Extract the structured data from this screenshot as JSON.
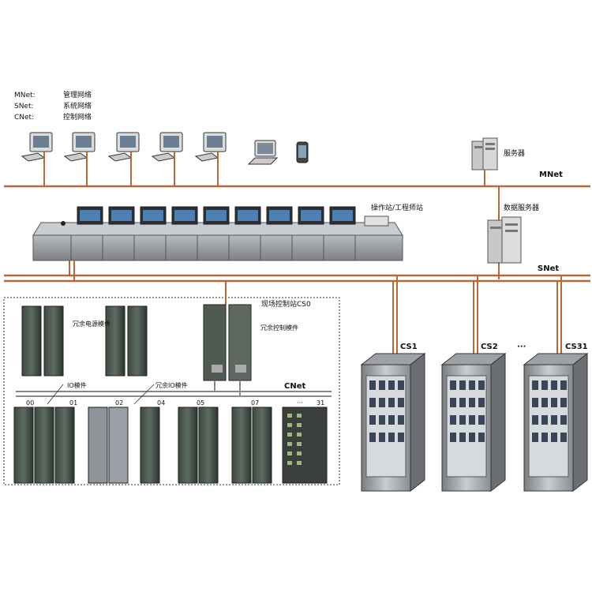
{
  "legend": [
    {
      "code": "MNet:",
      "desc": "管理网络"
    },
    {
      "code": "SNet:",
      "desc": "系统网络"
    },
    {
      "code": "CNet:",
      "desc": "控制网络"
    }
  ],
  "labels": {
    "server": "服务器",
    "mnet": "MNet",
    "operator_station": "操作站/工程师站",
    "data_server": "数据服务器",
    "snet": "SNet",
    "field_station": "现场控制站CS0",
    "redundant_power": "冗余电源模件",
    "redundant_control": "冗余控制模件",
    "io_module": "IO模件",
    "redundant_io": "冗余IO模件",
    "cnet": "CNet"
  },
  "cabinets": [
    "CS1",
    "CS2",
    "CS31"
  ],
  "cabinet_gap": "···",
  "io_slots": [
    "00",
    "01",
    "02",
    "04",
    "05",
    "07",
    "···",
    "31"
  ],
  "colors": {
    "network_line": "#b4683c",
    "cnet_line": "#888888"
  }
}
